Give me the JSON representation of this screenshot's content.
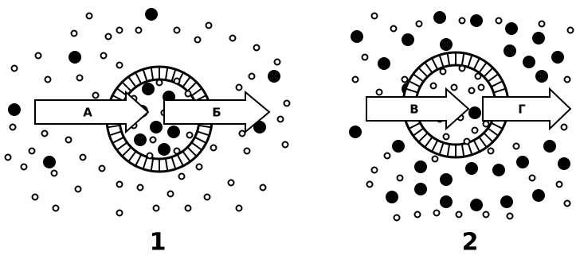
{
  "panels": [
    {
      "id": "1",
      "number_label": "1",
      "arrow_in_label": "А",
      "arrow_out_label": "Б",
      "inside": "high_black",
      "outside": "low_black"
    },
    {
      "id": "2",
      "number_label": "2",
      "arrow_in_label": "В",
      "arrow_out_label": "Г",
      "inside": "low_black",
      "outside": "high_black"
    }
  ],
  "colors": {
    "ink": "#000000",
    "background": "#ffffff"
  }
}
